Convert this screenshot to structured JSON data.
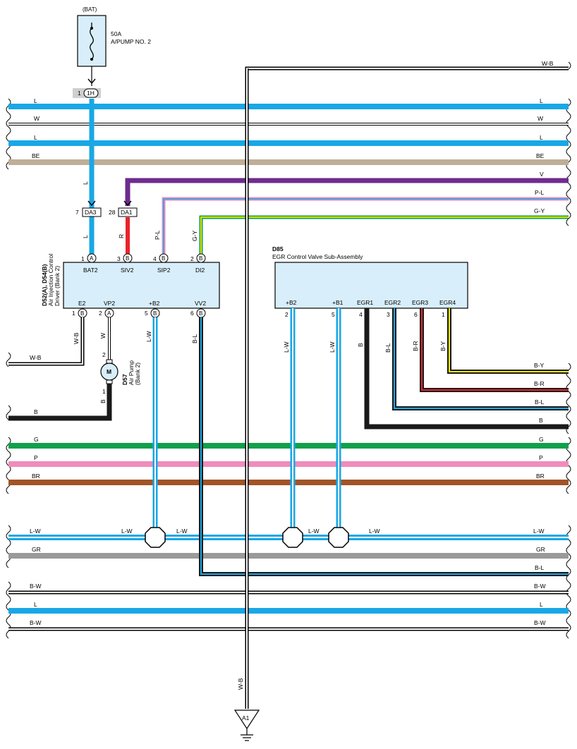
{
  "battery": {
    "label": "(BAT)",
    "fuse_rating": "50A",
    "fuse_name": "A/PUMP NO. 2"
  },
  "connectors": {
    "c1h": {
      "pin": "1",
      "id": "1H"
    },
    "da3": {
      "pin": "7",
      "id": "DA3"
    },
    "da1": {
      "pin": "28",
      "id": "DA1"
    }
  },
  "driver": {
    "id": "D52(A), D54(B)",
    "name_line1": "Air Injection Control",
    "name_line2": "Driver (Bank 2)",
    "top_pins": [
      {
        "num": "1",
        "conn": "A",
        "name": "BAT2",
        "wire": "L"
      },
      {
        "num": "3",
        "conn": "B",
        "name": "SIV2",
        "wire": "R"
      },
      {
        "num": "4",
        "conn": "B",
        "name": "SIP2",
        "wire": "P-L"
      },
      {
        "num": "2",
        "conn": "B",
        "name": "DI2",
        "wire": "G-Y"
      }
    ],
    "bottom_pins": [
      {
        "num": "1",
        "conn": "B",
        "name": "E2",
        "wire": "W-B"
      },
      {
        "num": "2",
        "conn": "A",
        "name": "VP2",
        "wire": "W"
      },
      {
        "num": "5",
        "conn": "B",
        "name": "+B2",
        "wire": "L-W"
      },
      {
        "num": "6",
        "conn": "B",
        "name": "VV2",
        "wire": "B-L"
      }
    ]
  },
  "pump": {
    "id": "D57",
    "name_line1": "Air Pump",
    "name_line2": "(Bank 2)",
    "symbol": "M",
    "pin_top": "2",
    "pin_bottom": "1",
    "wire_bottom": "B"
  },
  "egr": {
    "id": "D85",
    "name": "EGR Control Valve Sub-Assembly",
    "pins": [
      {
        "num": "2",
        "name": "+B2",
        "wire": "L-W"
      },
      {
        "num": "5",
        "name": "+B1",
        "wire": "L-W"
      },
      {
        "num": "4",
        "name": "EGR1",
        "wire": "B"
      },
      {
        "num": "3",
        "name": "EGR2",
        "wire": "B-L"
      },
      {
        "num": "6",
        "name": "EGR3",
        "wire": "B-R"
      },
      {
        "num": "1",
        "name": "EGR4",
        "wire": "B-Y"
      }
    ]
  },
  "buses": {
    "wb_top": "W-B",
    "l1": "L",
    "w": "W",
    "l2": "L",
    "be": "BE",
    "v": "V",
    "pl": "P-L",
    "gy": "G-Y",
    "wb_left": "W-B",
    "by": "B-Y",
    "br_red": "B-R",
    "bl_egr": "B-L",
    "b_egr": "B",
    "b_pump": "B",
    "g": "G",
    "p": "P",
    "brown": "BR",
    "lw_left": "L-W",
    "lw_j1l": "L-W",
    "lw_j1r": "L-W",
    "lw_j2": "L-W",
    "lw_j3": "L-W",
    "lw_right": "L-W",
    "gr": "GR",
    "bl_vv2": "B-L",
    "bw1": "B-W",
    "l3": "L",
    "bw2": "B-W",
    "wb_ground": "W-B"
  },
  "ground": {
    "id": "A1"
  },
  "colors": {
    "L": "#19a7e6",
    "BE": "#bfae98",
    "V": "#6e2b8e",
    "R": "#e8232a",
    "P": "#ef8cbc",
    "G": "#11a04b",
    "Y": "#f2e600",
    "GR": "#9a9a9a",
    "BR": "#a15427",
    "B": "#1a1a1a",
    "box_fill": "#d8eefa"
  }
}
